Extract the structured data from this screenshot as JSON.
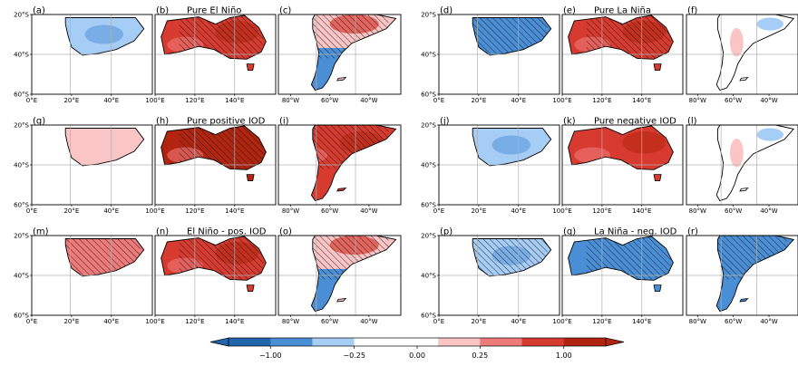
{
  "colors": {
    "neg_strong": "#2166ac",
    "neg_mid": "#4a8fd6",
    "neg_light": "#a6cdf5",
    "neutral": "#ffffff",
    "pos_light": "#fbc5c5",
    "pos_mid": "#ef7a7a",
    "pos_strong": "#d73a2f",
    "pos_max": "#b2240f",
    "coast": "#000000",
    "grid": "#b0b0b0"
  },
  "axes": {
    "lat_labels": [
      "20°S",
      "40°S",
      "60°S"
    ],
    "africa_lon_labels": [
      "0°E",
      "20°E",
      "40°E"
    ],
    "australia_lon_labels": [
      "100°E",
      "120°E",
      "140°E"
    ],
    "samerica_lon_labels": [
      "80°W",
      "60°W",
      "40°W"
    ]
  },
  "panels": [
    {
      "letter": "(a)",
      "title": "",
      "region": "africa",
      "fill": "neg_light",
      "hatch": false
    },
    {
      "letter": "(b)",
      "title": "Pure El Niño",
      "region": "australia",
      "fill": "pos_strong",
      "hatch": true
    },
    {
      "letter": "(c)",
      "title": "",
      "region": "samerica",
      "fill": "mixed_neg_south",
      "hatch": true
    },
    {
      "letter": "(d)",
      "title": "",
      "region": "africa",
      "fill": "neg_mid",
      "hatch": true
    },
    {
      "letter": "(e)",
      "title": "Pure La Niña",
      "region": "australia",
      "fill": "pos_strong",
      "hatch": true
    },
    {
      "letter": "(f)",
      "title": "",
      "region": "samerica",
      "fill": "weak",
      "hatch": false
    },
    {
      "letter": "(g)",
      "title": "",
      "region": "africa",
      "fill": "pos_light",
      "hatch": false
    },
    {
      "letter": "(h)",
      "title": "Pure positive IOD",
      "region": "australia",
      "fill": "pos_max",
      "hatch": true
    },
    {
      "letter": "(i)",
      "title": "",
      "region": "samerica",
      "fill": "pos_strong",
      "hatch": true
    },
    {
      "letter": "(j)",
      "title": "",
      "region": "africa",
      "fill": "neg_light",
      "hatch": false
    },
    {
      "letter": "(k)",
      "title": "Pure negative IOD",
      "region": "australia",
      "fill": "pos_strong",
      "hatch": false
    },
    {
      "letter": "(l)",
      "title": "",
      "region": "samerica",
      "fill": "weak",
      "hatch": false
    },
    {
      "letter": "(m)",
      "title": "",
      "region": "africa",
      "fill": "pos_mid",
      "hatch": true
    },
    {
      "letter": "(n)",
      "title": "El Niño - pos. IOD",
      "region": "australia",
      "fill": "pos_strong",
      "hatch": true
    },
    {
      "letter": "(o)",
      "title": "",
      "region": "samerica",
      "fill": "mixed_neg_south",
      "hatch": true
    },
    {
      "letter": "(p)",
      "title": "",
      "region": "africa",
      "fill": "neg_light",
      "hatch": true
    },
    {
      "letter": "(q)",
      "title": "La Niña - neg. IOD",
      "region": "australia",
      "fill": "neg_mid",
      "hatch": true
    },
    {
      "letter": "(r)",
      "title": "",
      "region": "samerica",
      "fill": "neg_mid",
      "hatch": true
    }
  ],
  "colorbar": {
    "tick_labels": [
      "−1.00",
      "−0.25",
      "0.00",
      "0.25",
      "1.00"
    ],
    "swatches": [
      "neg_strong",
      "neg_mid",
      "neg_light",
      "neutral",
      "neutral",
      "pos_light",
      "pos_mid",
      "pos_strong",
      "pos_max"
    ]
  }
}
